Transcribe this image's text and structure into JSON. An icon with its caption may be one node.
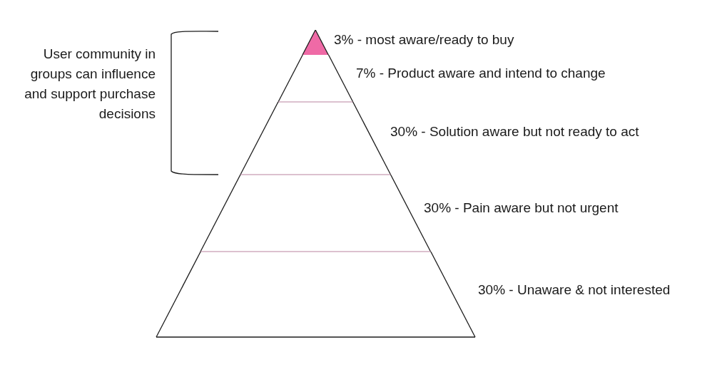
{
  "diagram": {
    "nodes": [
      {
        "text": [],
        "shape": "triangle",
        "beside": [
          "3% - most aware/ready to buy"
        ]
      },
      {
        "text": [],
        "shape": "band",
        "beside": [
          "7% - Product aware and intend to change"
        ]
      },
      {
        "text": [],
        "shape": "band",
        "beside": [
          "30% - Solution aware but not ready to act"
        ]
      },
      {
        "text": [],
        "shape": "band",
        "beside": [
          "30% - Pain aware but not urgent"
        ]
      },
      {
        "text": [],
        "shape": "band",
        "beside": [
          "30% - Unaware & not interested"
        ]
      }
    ],
    "labels": [
      "User community in groups can influence and support purchase decisions"
    ]
  }
}
